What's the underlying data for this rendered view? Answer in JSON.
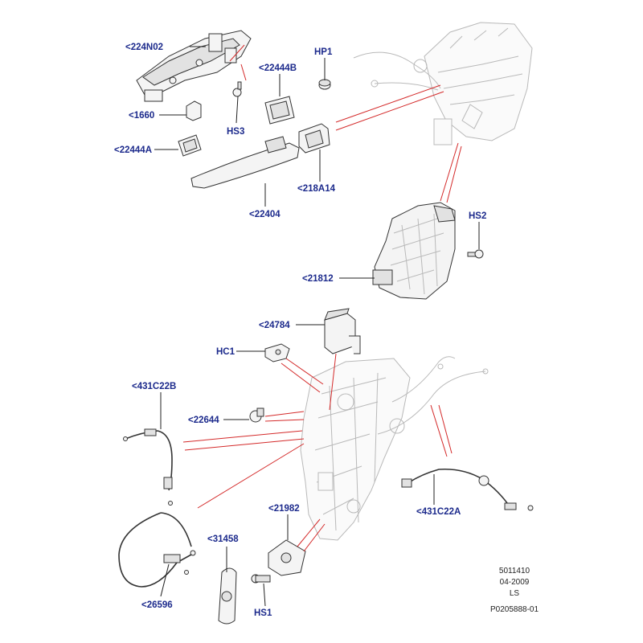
{
  "parts": {
    "p224N02": "<224N02",
    "p1660": "<1660",
    "p22444A": "<22444A",
    "pHS3": "HS3",
    "p22444B": "<22444B",
    "pHP1": "HP1",
    "p218A14": "<218A14",
    "p22404": "<22404",
    "pHS2": "HS2",
    "p21812": "<21812",
    "p24784": "<24784",
    "pHC1": "HC1",
    "p431C22B": "<431C22B",
    "p22644": "<22644",
    "p431C22A": "<431C22A",
    "p21982": "<21982",
    "p31458": "<31458",
    "p26596": "<26596",
    "pHS1": "HS1"
  },
  "reference": {
    "line1": "5011410",
    "line2": "04-2009",
    "line3": "LS",
    "line4": "P0205888-01"
  }
}
